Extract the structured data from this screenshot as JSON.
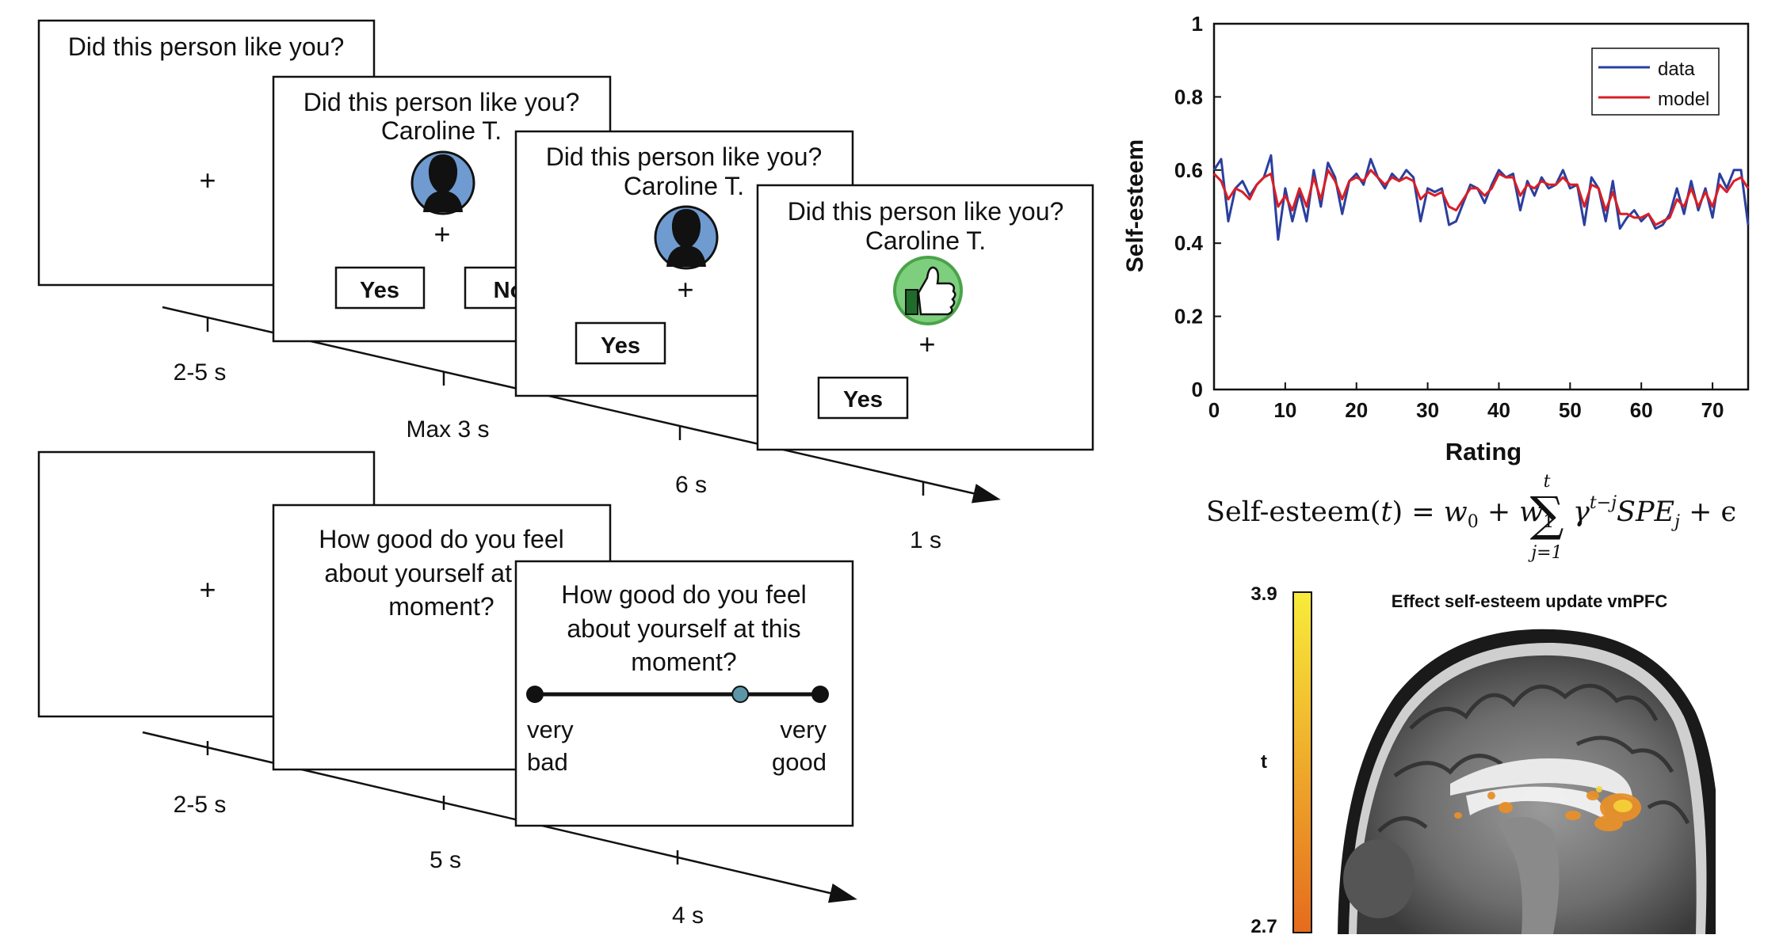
{
  "trial_a": {
    "screen1": {
      "question": "Did this person like you?",
      "fixation": "+"
    },
    "screen2": {
      "question": "Did this person like you?",
      "name": "Caroline T.",
      "fixation": "+",
      "yes_label": "Yes",
      "no_label": "No"
    },
    "screen3": {
      "question": "Did this person like you?",
      "name": "Caroline T.",
      "fixation": "+",
      "yes_label": "Yes"
    },
    "screen4": {
      "question": "Did this person like you?",
      "name": "Caroline T.",
      "fixation": "+",
      "yes_label": "Yes"
    },
    "durations": [
      "2-5 s",
      "Max 3 s",
      "6 s",
      "1 s"
    ]
  },
  "trial_b": {
    "screen1": {
      "fixation": "+"
    },
    "screen2": {
      "question_line1": "How good do you feel",
      "question_line2": "about yourself at this",
      "question_line3": "moment?"
    },
    "screen3": {
      "question_line1": "How good do you feel",
      "question_line2": "about yourself at this",
      "question_line3": "moment?",
      "scale_left_line1": "very",
      "scale_left_line2": "bad",
      "scale_right_line1": "very",
      "scale_right_line2": "good",
      "slider_value": 0.72
    },
    "durations": [
      "2-5 s",
      "5 s",
      "4 s"
    ]
  },
  "chart_data": {
    "type": "line",
    "title": "",
    "xlabel": "Rating",
    "ylabel": "Self-esteem",
    "xlim": [
      0,
      75
    ],
    "ylim": [
      0,
      1
    ],
    "xticks": [
      0,
      10,
      20,
      30,
      40,
      50,
      60,
      70
    ],
    "yticks": [
      0,
      0.2,
      0.4,
      0.6,
      0.8,
      1
    ],
    "legend_position": "top-right",
    "series": [
      {
        "name": "data",
        "color": "#2b3f9e",
        "values": [
          0.6,
          0.63,
          0.46,
          0.55,
          0.57,
          0.53,
          0.56,
          0.58,
          0.64,
          0.41,
          0.55,
          0.46,
          0.54,
          0.46,
          0.6,
          0.5,
          0.62,
          0.58,
          0.48,
          0.57,
          0.59,
          0.56,
          0.63,
          0.58,
          0.55,
          0.59,
          0.57,
          0.6,
          0.58,
          0.46,
          0.55,
          0.54,
          0.55,
          0.45,
          0.46,
          0.51,
          0.56,
          0.55,
          0.51,
          0.56,
          0.6,
          0.58,
          0.59,
          0.49,
          0.57,
          0.53,
          0.58,
          0.55,
          0.56,
          0.6,
          0.55,
          0.56,
          0.45,
          0.58,
          0.55,
          0.46,
          0.57,
          0.44,
          0.47,
          0.49,
          0.46,
          0.48,
          0.44,
          0.45,
          0.48,
          0.55,
          0.48,
          0.57,
          0.49,
          0.55,
          0.47,
          0.59,
          0.55,
          0.6,
          0.6,
          0.45
        ]
      },
      {
        "name": "model",
        "color": "#d81f26",
        "values": [
          0.59,
          0.57,
          0.52,
          0.55,
          0.54,
          0.52,
          0.56,
          0.58,
          0.59,
          0.5,
          0.53,
          0.49,
          0.55,
          0.5,
          0.58,
          0.52,
          0.6,
          0.57,
          0.52,
          0.57,
          0.58,
          0.57,
          0.6,
          0.58,
          0.56,
          0.58,
          0.57,
          0.58,
          0.57,
          0.52,
          0.54,
          0.53,
          0.54,
          0.5,
          0.49,
          0.52,
          0.55,
          0.55,
          0.53,
          0.55,
          0.59,
          0.58,
          0.58,
          0.53,
          0.56,
          0.55,
          0.57,
          0.56,
          0.56,
          0.58,
          0.56,
          0.56,
          0.5,
          0.56,
          0.55,
          0.49,
          0.54,
          0.48,
          0.48,
          0.47,
          0.47,
          0.48,
          0.45,
          0.46,
          0.47,
          0.52,
          0.5,
          0.55,
          0.5,
          0.54,
          0.5,
          0.56,
          0.54,
          0.57,
          0.58,
          0.55
        ]
      }
    ]
  },
  "formula": {
    "lhs": "Self-esteem(",
    "t": "t",
    "rhs1": ") = ",
    "w0": "w",
    "w0_sub": "0",
    "plus1": " + ",
    "w1": "w",
    "w1_sub": "1",
    "sum_upper": "t",
    "sum_lower": "j=1",
    "gamma": "γ",
    "gamma_exp": "t−j",
    "spe": "SPE",
    "spe_sub": "j",
    "tail": " + ϵ"
  },
  "brain": {
    "title": "Effect self-esteem update vmPFC",
    "colorbar_max": "3.9",
    "colorbar_min": "2.7",
    "colorbar_label": "t",
    "colorbar_colors": [
      "#f8ec3a",
      "#e56b1d"
    ]
  },
  "colors": {
    "avatar_fill": "#6f9bd0",
    "thumb_fill": "#7dcf7d",
    "thumb_ring": "#4aa34a",
    "slider_thumb": "#5b95a8"
  }
}
